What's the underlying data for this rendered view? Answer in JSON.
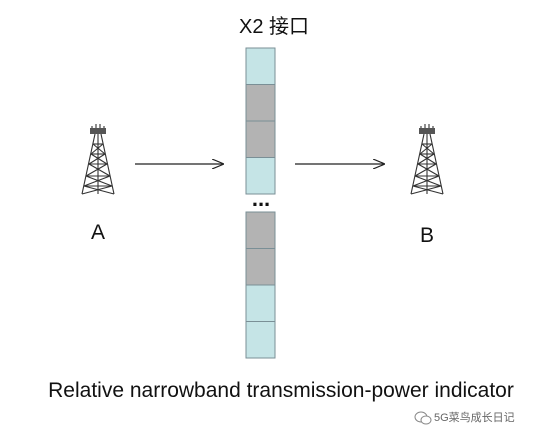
{
  "diagram": {
    "title": "X2 接口",
    "node_a_label": "A",
    "node_b_label": "B",
    "ellipsis": "...",
    "caption": "Relative narrowband transmission-power indicator",
    "watermark": "5G菜鸟成长日记",
    "cells": [
      {
        "state": "free"
      },
      {
        "state": "occupied"
      },
      {
        "state": "occupied"
      },
      {
        "state": "free"
      },
      {
        "state": "occupied"
      },
      {
        "state": "occupied"
      },
      {
        "state": "free"
      },
      {
        "state": "free"
      }
    ],
    "colors": {
      "free": "#c5e4e6",
      "occupied": "#b3b3b3",
      "border": "#7a8f96",
      "arrow": "#222222",
      "tower": "#333333"
    }
  }
}
